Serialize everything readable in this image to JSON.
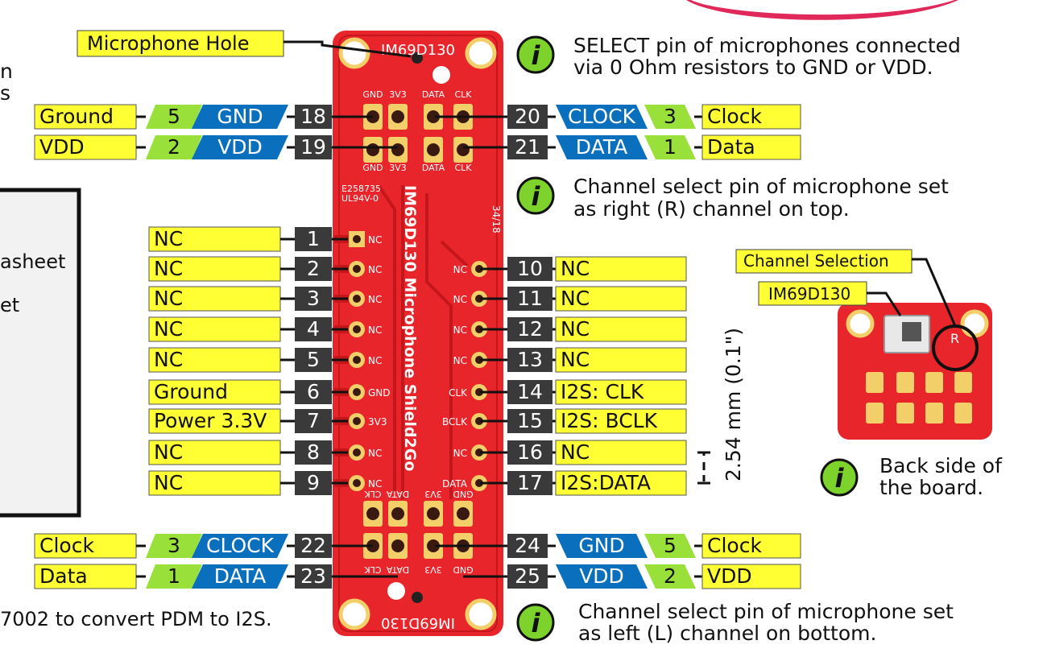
{
  "colors": {
    "pcb_red": "#e8252b",
    "pcb_dark": "#c5161c",
    "label_yellow": "#ffff33",
    "label_green": "#99e03b",
    "label_blue": "#0a6fbd",
    "pin_dark": "#3a3a3a",
    "accent_pink": "#e0285b"
  },
  "left_panel": {
    "fragment_1": "n",
    "fragment_2": "s",
    "fragment_3": "asheet",
    "fragment_4": "et",
    "fragment_5": "7002 to convert PDM to I2S."
  },
  "mic_hole": {
    "label": "Microphone Hole"
  },
  "board": {
    "top_title": "IM69D130",
    "bottom_title": "IM69D130",
    "side_title": "IM69D130 Microphone Shield2Go",
    "top_pads_label_upper": [
      "GND",
      "3V3",
      "DATA",
      "CLK"
    ],
    "top_pads_label_lower": [
      "GND",
      "3V3",
      "DATA",
      "CLK"
    ],
    "bottom_pads_label": [
      "CLK",
      "DATA",
      "3V3",
      "GND"
    ],
    "bottom_pads_label_lower": [
      "CLK",
      "DATA",
      "3V3",
      "GND"
    ],
    "marking_1": "E258735",
    "marking_2": "UL94V-0",
    "marking_3": "34/18",
    "left_pad_labels": [
      "NC",
      "NC",
      "NC",
      "NC",
      "NC",
      "GND",
      "3V3",
      "NC",
      "NC"
    ],
    "right_pad_labels": [
      "NC",
      "NC",
      "NC",
      "NC",
      "CLK",
      "BCLK",
      "NC",
      "DATA"
    ]
  },
  "top_connections": [
    {
      "name": "Ground",
      "num": "5",
      "signal": "GND",
      "pin": "18"
    },
    {
      "name": "VDD",
      "num": "2",
      "signal": "VDD",
      "pin": "19"
    }
  ],
  "top_connections_right": [
    {
      "pin": "20",
      "signal": "CLOCK",
      "num": "3",
      "name": "Clock"
    },
    {
      "pin": "21",
      "signal": "DATA",
      "num": "1",
      "name": "Data"
    }
  ],
  "bottom_connections": [
    {
      "name": "Clock",
      "num": "3",
      "signal": "CLOCK",
      "pin": "22"
    },
    {
      "name": "Data",
      "num": "1",
      "signal": "DATA",
      "pin": "23"
    }
  ],
  "bottom_connections_right": [
    {
      "pin": "24",
      "signal": "GND",
      "num": "5",
      "name": "Clock"
    },
    {
      "pin": "25",
      "signal": "VDD",
      "num": "2",
      "name": "VDD"
    }
  ],
  "left_pins": [
    {
      "label": "NC",
      "pin": "1"
    },
    {
      "label": "NC",
      "pin": "2"
    },
    {
      "label": "NC",
      "pin": "3"
    },
    {
      "label": "NC",
      "pin": "4"
    },
    {
      "label": "NC",
      "pin": "5"
    },
    {
      "label": "Ground",
      "pin": "6"
    },
    {
      "label": "Power 3.3V",
      "pin": "7"
    },
    {
      "label": "NC",
      "pin": "8"
    },
    {
      "label": "NC",
      "pin": "9"
    }
  ],
  "right_pins": [
    {
      "pin": "10",
      "label": "NC"
    },
    {
      "pin": "11",
      "label": "NC"
    },
    {
      "pin": "12",
      "label": "NC"
    },
    {
      "pin": "13",
      "label": "NC"
    },
    {
      "pin": "14",
      "label": "I2S: CLK"
    },
    {
      "pin": "15",
      "label": "I2S: BCLK"
    },
    {
      "pin": "16",
      "label": "NC"
    },
    {
      "pin": "17",
      "label": "I2S:DATA"
    }
  ],
  "info": {
    "select_line1": "SELECT pin of microphones connected",
    "select_line2": "via 0 Ohm resistors to GND or VDD.",
    "right_line1": "Channel select pin of microphone set",
    "right_line2": "as right (R) channel on top.",
    "left_line1": "Channel select pin of microphone set",
    "left_line2": "as left (L) channel on bottom.",
    "back_line1": "Back side of",
    "back_line2": "the board.",
    "glyph": "i"
  },
  "pitch": {
    "label": "2.54 mm (0.1\")"
  },
  "back_view": {
    "channel_selection": "Channel Selection",
    "chip_label": "IM69D130",
    "r_mark": "R"
  }
}
